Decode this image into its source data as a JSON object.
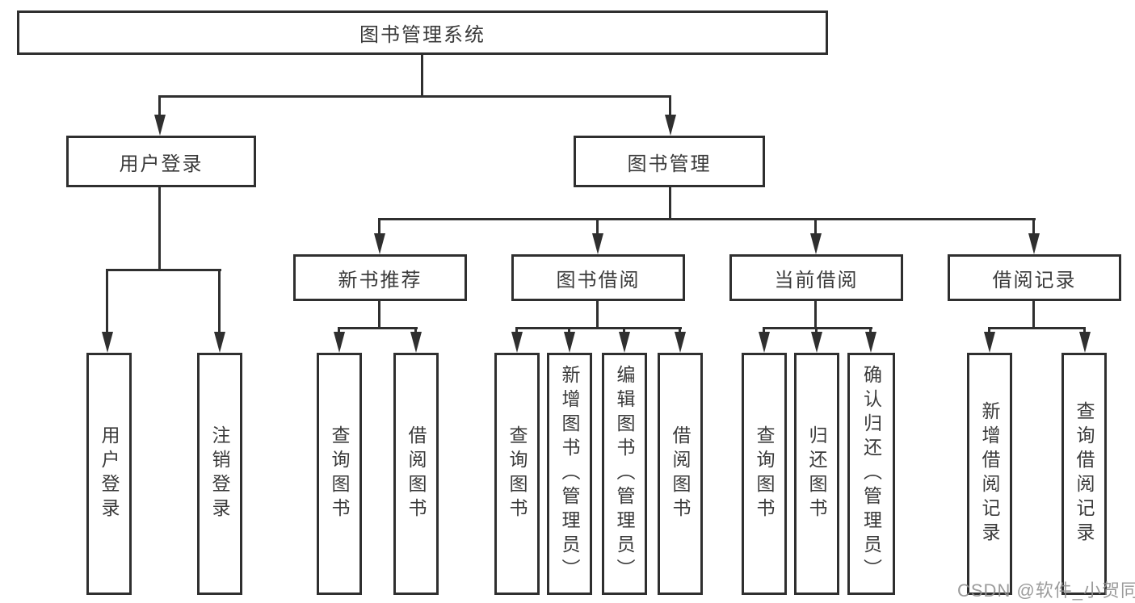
{
  "diagram": {
    "root": {
      "label": "图书管理系统"
    },
    "branches": [
      {
        "label": "用户登录",
        "children": [
          {
            "label": "用户登录"
          },
          {
            "label": "注销登录"
          }
        ]
      },
      {
        "label": "图书管理",
        "children": [
          {
            "label": "新书推荐",
            "children": [
              {
                "label": "查询图书"
              },
              {
                "label": "借阅图书"
              }
            ]
          },
          {
            "label": "图书借阅",
            "children": [
              {
                "label": "查询图书"
              },
              {
                "label": "新增图书（管理员）"
              },
              {
                "label": "编辑图书（管理员）"
              },
              {
                "label": "借阅图书"
              }
            ]
          },
          {
            "label": "当前借阅",
            "children": [
              {
                "label": "查询图书"
              },
              {
                "label": "归还图书"
              },
              {
                "label": "确认归还（管理员）"
              }
            ]
          },
          {
            "label": "借阅记录",
            "children": [
              {
                "label": "新增借阅记录"
              },
              {
                "label": "查询借阅记录"
              }
            ]
          }
        ]
      }
    ]
  },
  "watermark": "CSDN @软件_小贺同学",
  "colors": {
    "line": "#2f2f2f",
    "text": "#3a3a3a",
    "box_fill": "#ffffff",
    "background": "#ffffff",
    "watermark": "#919191"
  }
}
